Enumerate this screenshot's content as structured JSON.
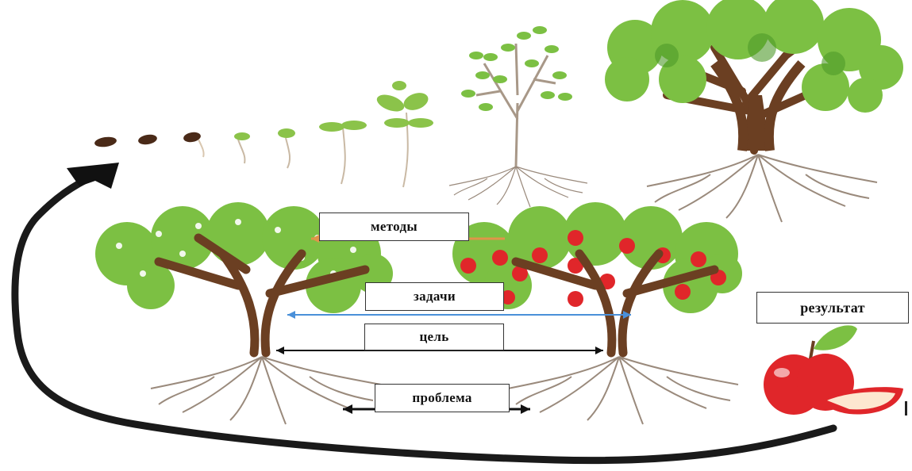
{
  "labels": {
    "methods": "методы",
    "tasks": "задачи",
    "goal": "цель",
    "problem": "проблема",
    "result": "результат"
  },
  "colors": {
    "trunk": "#6b3f22",
    "leaf": "#7cc043",
    "leaf_dark": "#4e9a2a",
    "apple": "#e0262a",
    "sprout": "#8bc34a",
    "methods_arrow": "#e0954a",
    "tasks_arrow": "#4a90d9",
    "cycle_arrow": "#111111"
  },
  "icons": [
    "seed-icon",
    "sprout-icon",
    "sapling-icon",
    "mature-tree-icon",
    "blossom-tree-icon",
    "apple-tree-icon",
    "apple-icon"
  ]
}
